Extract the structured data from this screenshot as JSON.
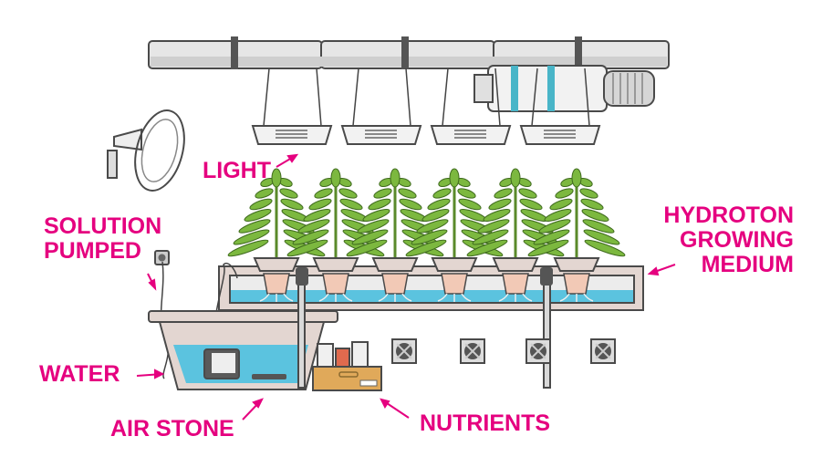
{
  "labels": {
    "light": "LIGHT",
    "solution_line1": "SOLUTION",
    "solution_line2": "PUMPED",
    "water": "WATER",
    "air_stone": "AIR STONE",
    "nutrients": "NUTRIENTS",
    "hydroton_line1": "HYDROTON",
    "hydroton_line2": "GROWING",
    "hydroton_line3": "MEDIUM"
  },
  "colors": {
    "label": "#e5007f",
    "water": "#5bc3df",
    "plant": "#7cb83f",
    "tank": "#e3d6d1",
    "outline": "#4a4a4a",
    "box": "#e0a95a",
    "strap": "#49b5c8"
  },
  "plant_count": 6,
  "light_count": 4,
  "wall_fan_count": 4
}
